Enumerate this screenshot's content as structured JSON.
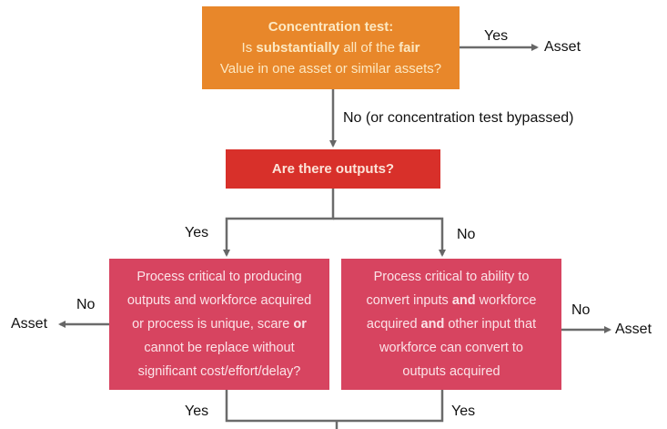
{
  "concentration_box": {
    "title": "Concentration test:",
    "line2_a": "Is ",
    "line2_b": "substantially",
    "line2_c": " all of the ",
    "line2_d": "fair",
    "line3": "Value in one asset or similar assets?"
  },
  "concentration_yes": "Yes",
  "concentration_yes_result": "Asset",
  "concentration_no": "No (or concentration test bypassed)",
  "outputs_box": "Are there outputs?",
  "outputs_yes": "Yes",
  "outputs_no": "No",
  "left_box": {
    "l1": "Process critical to producing",
    "l2": "outputs and workforce acquired",
    "l3a": "or process is unique, scare ",
    "l3b": "or",
    "l4": "cannot be replace without",
    "l5": "significant cost/effort/delay?"
  },
  "right_box": {
    "l1": "Process critical to ability to",
    "l2a": "convert inputs ",
    "l2b": "and",
    "l2c": " workforce",
    "l3a": "acquired ",
    "l3b": "and",
    "l3c": " other input that",
    "l4": "workforce can convert to",
    "l5": "outputs acquired"
  },
  "left_no": "No",
  "left_no_result": "Asset",
  "right_no": "No",
  "right_no_result": "Asset",
  "left_yes": "Yes",
  "right_yes": "Yes"
}
